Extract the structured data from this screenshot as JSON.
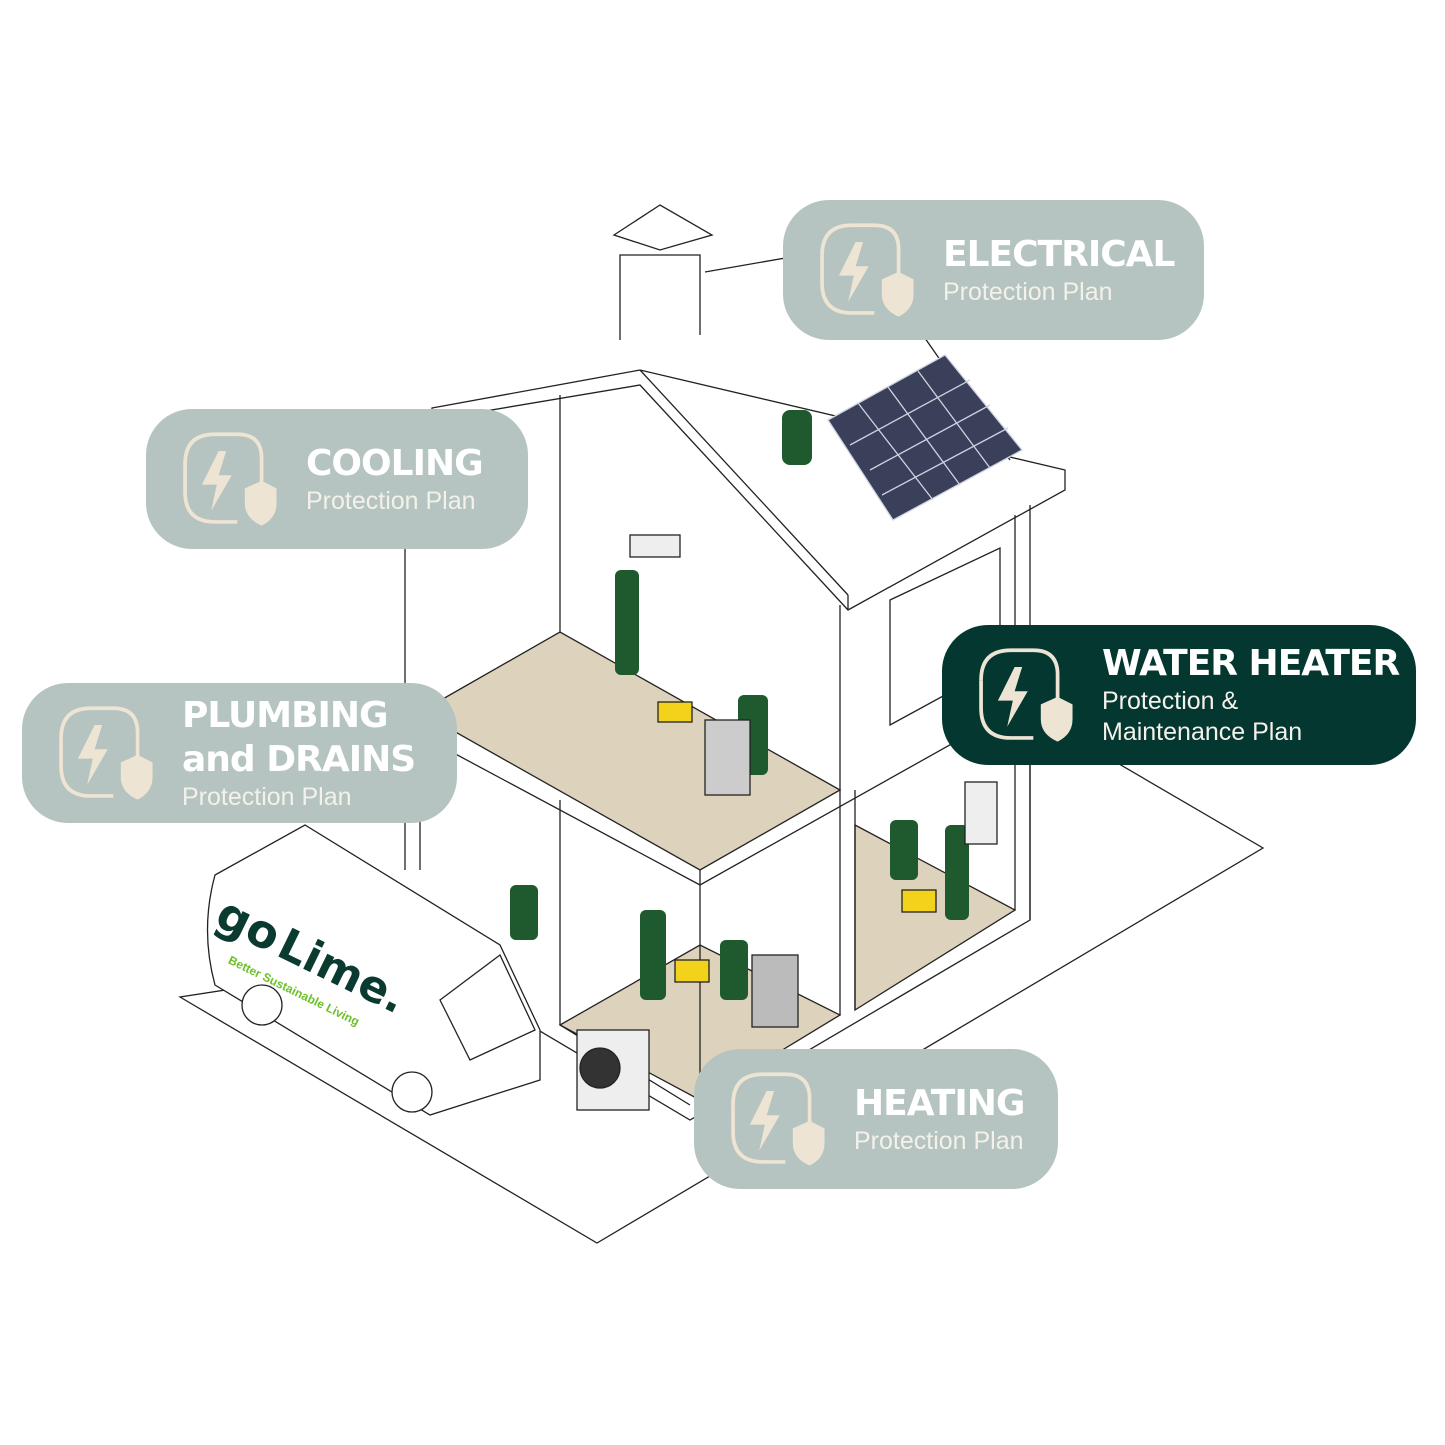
{
  "colors": {
    "card_light": "#b5c4c1",
    "card_dark": "#033730",
    "icon": "#ede4d3",
    "floor": "#ddd3bd",
    "worker": "#1e5a2e",
    "accent": "#6cc12a"
  },
  "cards": {
    "electrical": {
      "title": "ELECTRICAL",
      "subtitle": "Protection Plan",
      "icon": "bolt-shield-icon"
    },
    "cooling": {
      "title": "COOLING",
      "subtitle": "Protection Plan",
      "icon": "bolt-shield-icon"
    },
    "plumbing": {
      "title_line1": "PLUMBING",
      "title_line2": "and DRAINS",
      "subtitle": "Protection Plan",
      "icon": "bolt-shield-icon"
    },
    "water_heater": {
      "title": "WATER HEATER",
      "subtitle_line1": "Protection &",
      "subtitle_line2": "Maintenance Plan",
      "icon": "bolt-shield-icon"
    },
    "heating": {
      "title": "HEATING",
      "subtitle": "Protection Plan",
      "icon": "bolt-shield-icon"
    }
  },
  "van": {
    "logo_go": "go",
    "logo_name": "Lime.",
    "tagline": "Better Sustainable Living"
  }
}
